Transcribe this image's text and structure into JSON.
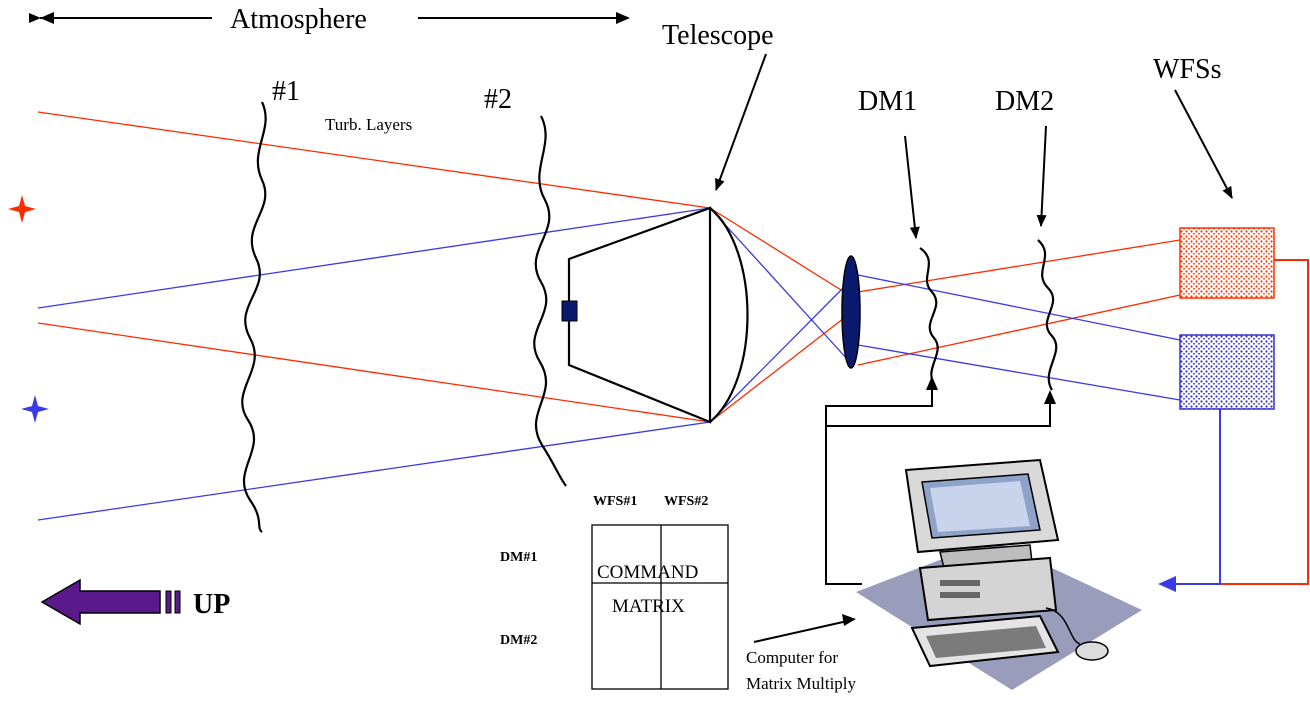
{
  "labels": {
    "atmosphere": "Atmosphere",
    "layer1": "#1",
    "layer2": "#2",
    "turb_layers": "Turb. Layers",
    "telescope": "Telescope",
    "dm1": "DM1",
    "dm2": "DM2",
    "wfss": "WFSs",
    "up": "UP",
    "computer_line1": "Computer for",
    "computer_line2": "Matrix Multiply"
  },
  "matrix": {
    "col1": "WFS#1",
    "col2": "WFS#2",
    "row1": "DM#1",
    "row2": "DM#2",
    "line1": "COMMAND",
    "line2": "MATRIX"
  },
  "colors": {
    "red_beam": "#ff2a00",
    "blue_beam": "#3a3ae6",
    "up_arrow": "#5a1a8c",
    "wfs_red": "#ff3300",
    "wfs_blue": "#3333cc",
    "mirror": "#0a1a6e",
    "computer_shadow": "#9a9cbc"
  },
  "icons": [
    "red-star-icon",
    "blue-star-icon",
    "computer-icon",
    "up-arrow-icon"
  ]
}
